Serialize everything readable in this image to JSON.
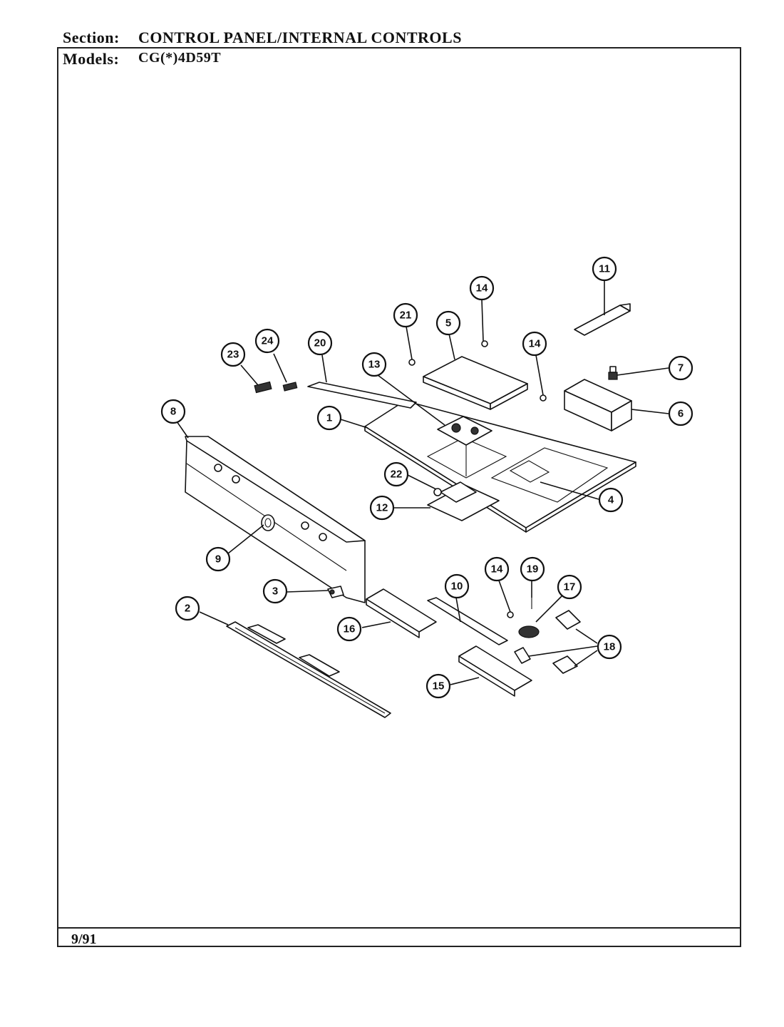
{
  "header": {
    "section_label": "Section:",
    "section_value": "CONTROL PANEL/INTERNAL CONTROLS",
    "models_label": "Models:",
    "models_value": "CG(*)4D59T"
  },
  "footer": {
    "date": "9/91"
  },
  "callouts": [
    "1",
    "2",
    "3",
    "4",
    "5",
    "6",
    "7",
    "8",
    "9",
    "10",
    "11",
    "12",
    "13",
    "14",
    "14",
    "14",
    "15",
    "16",
    "17",
    "18",
    "19",
    "20",
    "21",
    "22",
    "23",
    "24"
  ]
}
